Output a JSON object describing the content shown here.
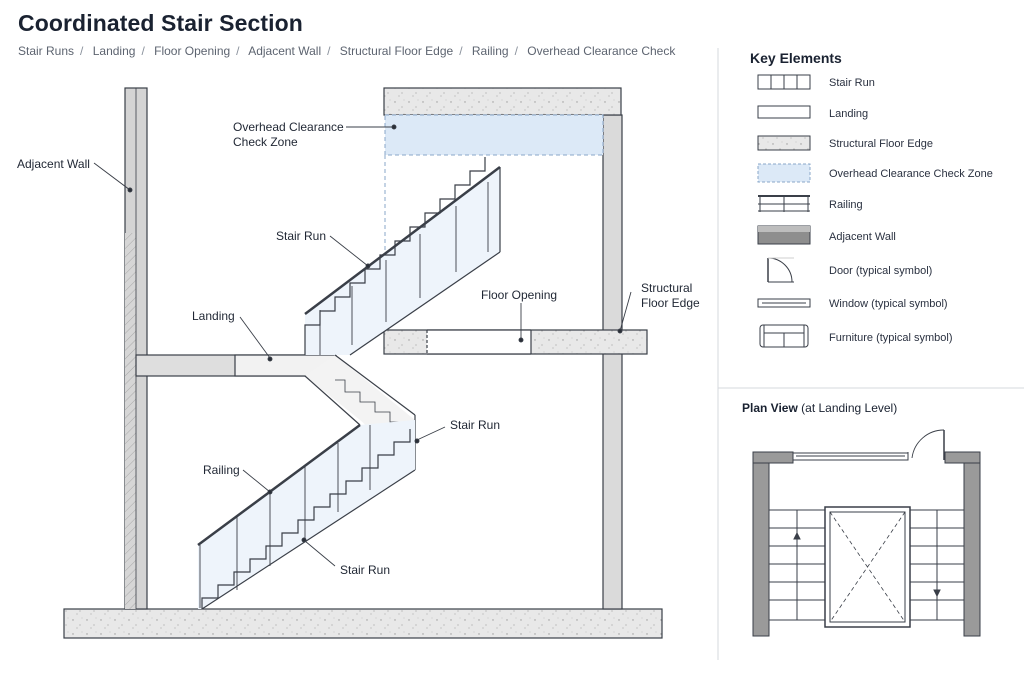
{
  "title": "Coordinated Stair Section",
  "breadcrumbs": [
    "Stair Runs",
    "Landing",
    "Floor Opening",
    "Adjacent Wall",
    "Structural Floor Edge",
    "Railing",
    "Overhead Clearance Check"
  ],
  "section_labels": {
    "adjacent_wall": "Adjacent Wall",
    "overhead_line1": "Overhead Clearance",
    "overhead_line2": "Check Zone",
    "stair_run_upper": "Stair Run",
    "landing": "Landing",
    "floor_opening": "Floor Opening",
    "structural_line1": "Structural",
    "structural_line2": "Floor Edge",
    "stair_run_mid": "Stair Run",
    "railing": "Railing",
    "stair_run_lower": "Stair Run"
  },
  "key": {
    "title": "Key Elements",
    "items": [
      {
        "label": "Stair Run",
        "icon": "stair-run-icon"
      },
      {
        "label": "Landing",
        "icon": "landing-icon"
      },
      {
        "label": "Structural Floor Edge",
        "icon": "floor-edge-icon"
      },
      {
        "label": "Overhead Clearance Check Zone",
        "icon": "clearance-zone-icon"
      },
      {
        "label": "Railing",
        "icon": "railing-icon"
      },
      {
        "label": "Adjacent Wall",
        "icon": "wall-icon"
      },
      {
        "label": "Door (typical symbol)",
        "icon": "door-icon"
      },
      {
        "label": "Window (typical symbol)",
        "icon": "window-icon"
      },
      {
        "label": "Furniture (typical symbol)",
        "icon": "sofa-icon"
      }
    ]
  },
  "plan": {
    "title_bold": "Plan View",
    "title_rest": " (at Landing Level)"
  },
  "colors": {
    "line": "#3a3f48",
    "concrete": "#e6e6e6",
    "wall": "#cfcfcf",
    "clearance": "#dce9f7",
    "glass": "#e9f1fb",
    "accent_text": "#1a2231"
  }
}
